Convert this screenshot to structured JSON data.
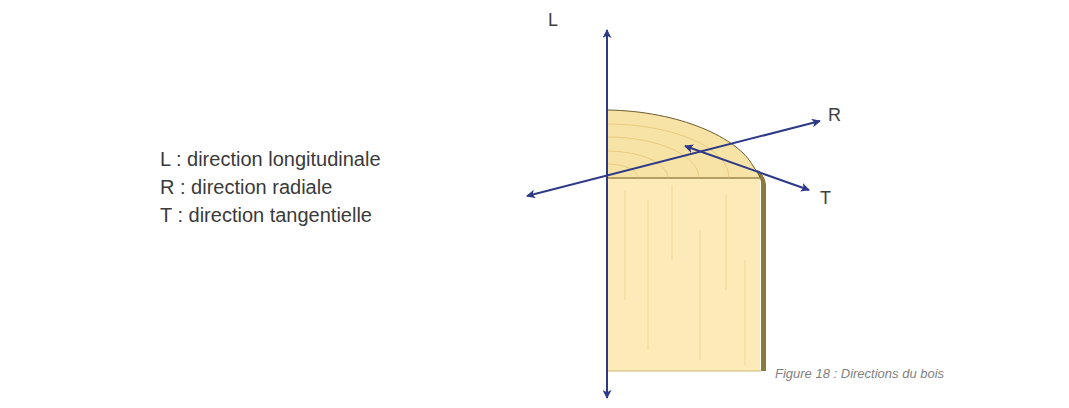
{
  "diagram": {
    "caption": "Figure 18 : Directions du bois",
    "labels": [
      "L : direction longitudinale",
      "R : direction radiale",
      "T : direction tangentielle",
      "L",
      "R",
      "T"
    ]
  }
}
